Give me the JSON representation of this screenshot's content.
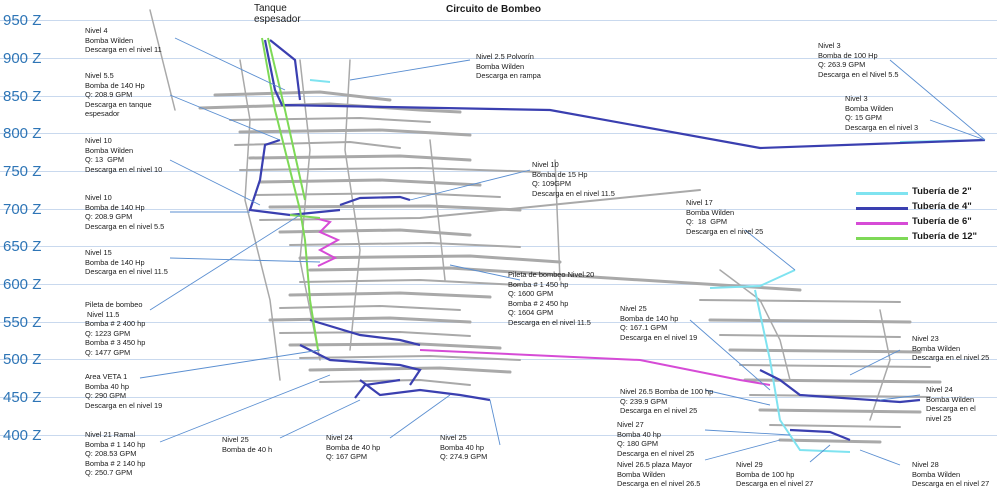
{
  "title": "Circuito de Bombeo",
  "tank_label": "Tanque\nespesador",
  "levels": [
    "950 Z",
    "900 Z",
    "850 Z",
    "800 Z",
    "750 Z",
    "700 Z",
    "650 Z",
    "600 Z",
    "550 Z",
    "500 Z",
    "450 Z",
    "400 Z"
  ],
  "legend": [
    {
      "label": "Tubería de 2\"",
      "color": "#7fe3f0"
    },
    {
      "label": "Tubería de 4\"",
      "color": "#3a3fb0"
    },
    {
      "label": "Tubería de 6\"",
      "color": "#d64bd6"
    },
    {
      "label": "Tubería de 12\"",
      "color": "#7ed957"
    }
  ],
  "notes": [
    {
      "id": "n4",
      "text": "Nivel 4\nBomba Wilden\nDescarga en el nivel 11"
    },
    {
      "id": "n55",
      "text": "Nivel 5.5\nBomba de 140 Hp\nQ: 208.9 GPM\nDescarga en tanque\nespesador"
    },
    {
      "id": "n10a",
      "text": "Nivel 10\nBomba Wilden\nQ: 13  GPM\nDescarga en el nivel 10"
    },
    {
      "id": "n10b",
      "text": "Nivel 10\nBomba de 140 Hp\nQ: 208.9 GPM\nDescarga en el nivel 5.5"
    },
    {
      "id": "n15",
      "text": "Nivel 15\nBomba de 140 Hp\nDescarga en el nivel 11.5"
    },
    {
      "id": "p115",
      "text": "Pileta de bombeo\n Nivel 11.5\nBomba # 2 400 hp\nQ: 1223 GPM\nBomba # 3 450 hp\nQ: 1477 GPM"
    },
    {
      "id": "veta",
      "text": "Area VETA 1\nBomba 40 hp\nQ: 290 GPM\nDescarga en el nivel 19"
    },
    {
      "id": "n21",
      "text": "Nivel 21 Ramal\nBomba # 1 140 hp\nQ: 208.53 GPM\nBomba # 2 140 hp\nQ: 250.7 GPM"
    },
    {
      "id": "n25a",
      "text": "Nivel 25\nBomba de 40 h"
    },
    {
      "id": "n24a",
      "text": "Nivel 24\nBomba de 40 hp\nQ: 167 GPM"
    },
    {
      "id": "n25b",
      "text": "Nivel 25\nBomba 40 hp\nQ: 274.9 GPM"
    },
    {
      "id": "n25p",
      "text": "Nivel 2.5 Polvorín\nBomba Wilden\nDescarga en rampa"
    },
    {
      "id": "n10c",
      "text": "Nivel 10\nBomba de 15 Hp\nQ: 109GPM\nDescarga en el nivel 11.5"
    },
    {
      "id": "p20",
      "text": "Pileta de bombeo Nivel 20\nBomba # 1 450 hp\nQ: 1600 GPM\nBomba # 2 450 hp\nQ: 1604 GPM\nDescarga en el nivel 11.5"
    },
    {
      "id": "n3a",
      "text": "Nivel 3\nBomba de 100 Hp\nQ: 263.9 GPM\nDescarga en el Nivel 5.5"
    },
    {
      "id": "n3b",
      "text": "Nivel 3\nBomba Wilden\nQ: 15 GPM\nDescarga en el nivel 3"
    },
    {
      "id": "n17",
      "text": "Nivel 17\nBomba Wilden\nQ:  18  GPM\nDescarga en el nivel 25"
    },
    {
      "id": "n25c",
      "text": "Nivel 25\nBomba de 140 hp\nQ: 167.1 GPM\nDescarga en el nivel 19"
    },
    {
      "id": "n265a",
      "text": "Nivel 26.5 Bomba de 100 hp\nQ: 239.9 GPM\nDescarga en el nivel 25"
    },
    {
      "id": "n27",
      "text": "Nivel 27\nBomba 40 hp\nQ: 180 GPM\nDescarga en el nivel 25"
    },
    {
      "id": "n265b",
      "text": "Nivel 26.5 plaza Mayor\nBomba Wilden\nDescarga en el nivel 26.5"
    },
    {
      "id": "n29",
      "text": "Nivel 29\nBomba de 100 hp\nDescarga en el nivel 27"
    },
    {
      "id": "n23",
      "text": "Nivel 23\nBomba Wilden\nDescarga en el nivel 25"
    },
    {
      "id": "n24b",
      "text": "Nivel 24\nBomba Wilden\nDescarga en el\nnivel 25"
    },
    {
      "id": "n28",
      "text": "Nivel 28\nBomba Wilden\nDescarga en el nivel 27"
    }
  ]
}
